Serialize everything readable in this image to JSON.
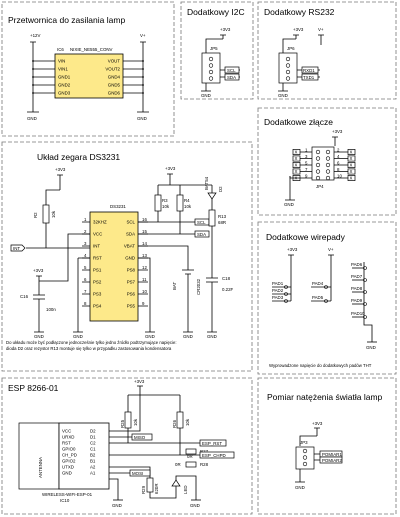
{
  "sections": {
    "power": {
      "title": "Przetwornica do zasilania lamp"
    },
    "i2c": {
      "title": "Dodatkowy I2C"
    },
    "rs232": {
      "title": "Dodatkowy RS232"
    },
    "extra_conn": {
      "title": "Dodatkowe złącze"
    },
    "clock": {
      "title": "Układ zegara DS3231"
    },
    "pads": {
      "title": "Dodatkowe wirepady"
    },
    "esp": {
      "title": "ESP 8266-01"
    },
    "light": {
      "title": "Pomiar natężenia światła lamp"
    }
  },
  "power": {
    "chip_ref": "IC6",
    "chip_name": "NIXIE_NE555_CONV",
    "left_pins": [
      "VIN",
      "VIN1",
      "GND1",
      "GND2",
      "GND3"
    ],
    "right_pins": [
      "VOUT",
      "VOUT2",
      "GND4",
      "GND5",
      "GND6"
    ],
    "v12": "+12V",
    "vplus": "V+",
    "gnd": "GND"
  },
  "i2c": {
    "vcc": "+3V3",
    "ref": "JP5",
    "sig1": "SCL",
    "sig2": "SDA",
    "gnd": "GND"
  },
  "rs232": {
    "vcc": "+3V3",
    "vplus": "V+",
    "ref": "JP6",
    "sig1": "RXD1",
    "sig2": "TXD1",
    "gnd": "GND"
  },
  "extra_conn": {
    "vcc": "+3V3",
    "ref": "JP4",
    "gnd": "GND",
    "left_labels": [
      "X",
      "X",
      "X",
      "X",
      "X"
    ],
    "right_labels": [
      "X",
      "X",
      "X",
      "X",
      "X"
    ],
    "pin_left": [
      "1",
      "3",
      "5",
      "7",
      "9"
    ],
    "pin_right": [
      "2",
      "4",
      "6",
      "8",
      "10"
    ]
  },
  "clock": {
    "chip_name": "DS3231",
    "left_pins": [
      "32KHZ",
      "VCC",
      "INT",
      "RST",
      "PS1",
      "PS2",
      "PS3",
      "PS4"
    ],
    "left_nums": [
      "1",
      "2",
      "3",
      "4",
      "5",
      "6",
      "7",
      "8"
    ],
    "right_pins": [
      "SCL",
      "SDA",
      "VBAT",
      "GND",
      "PS8",
      "PS7",
      "PS6",
      "PS5"
    ],
    "right_nums": [
      "16",
      "15",
      "14",
      "13",
      "12",
      "11",
      "10",
      "9"
    ],
    "v3a": "+3V3",
    "v3b": "+3V3",
    "v3c": "+3V3",
    "r2": "R2",
    "r2v": "10k",
    "r3": "R3",
    "r3v": "10k",
    "r4": "R4",
    "r4v": "10k",
    "r13": "R13",
    "r13v": "68R",
    "bat": "BAT",
    "bat_part": "CR2032",
    "batr": "BAT54",
    "d2": "D2",
    "c16": "C16",
    "c16v": "100n",
    "c18": "C18",
    "c18v": "0.22F",
    "int_label": "INT",
    "scl": "SCL",
    "sda": "SDA",
    "gnd": "GND",
    "note1": "Do układu może być podłączone jednocześnie tylko jedno źródło podtrzymujące napięcie:",
    "note2": "dioda D2 oraz rezystor R13 montuje się tylko w przypadku zastosowania kondensatora"
  },
  "pads": {
    "v3": "+3V3",
    "vplus": "V+",
    "left": [
      "PAD1",
      "PAD2",
      "PAD3"
    ],
    "mid": [
      "PAD4",
      "PAD5"
    ],
    "right": [
      "PAD6",
      "PAD7",
      "PAD8",
      "PAD9",
      "PAD10"
    ],
    "gnd": "GND",
    "caption": "Wyprowadzone napięcie do dodatkowych padów THT"
  },
  "esp": {
    "vcc": "+3V3",
    "antenna": "ANTENNA",
    "module": "WIRELESS-WIFI-ESP-01",
    "ref": "IC10",
    "pins": [
      "VCC",
      "URXD",
      "RST",
      "GPIO0",
      "CH_PD",
      "GPIO2",
      "UTXD",
      "GND"
    ],
    "pin_nums": [
      "D2",
      "D1",
      "C2",
      "C1",
      "B2",
      "B1",
      "A2",
      "A1"
    ],
    "miso": "MISO",
    "mosi": "MOSI",
    "esp_rst": "ESP_RST",
    "esp_chpd": "ESP_CHPD",
    "r25": "R25",
    "r25v": "10k",
    "r26": "R26",
    "r26v": "10k",
    "r27": "R27",
    "r27v": "0R",
    "r28": "R28",
    "r28v": "0R",
    "r29": "R29",
    "r29v": "620R",
    "led": "LED",
    "gnd": "GND"
  },
  "light": {
    "vcc": "+3V3",
    "ref": "JP3",
    "sig1": "POMIAR1",
    "sig2": "POMIAR2",
    "gnd": "GND"
  }
}
